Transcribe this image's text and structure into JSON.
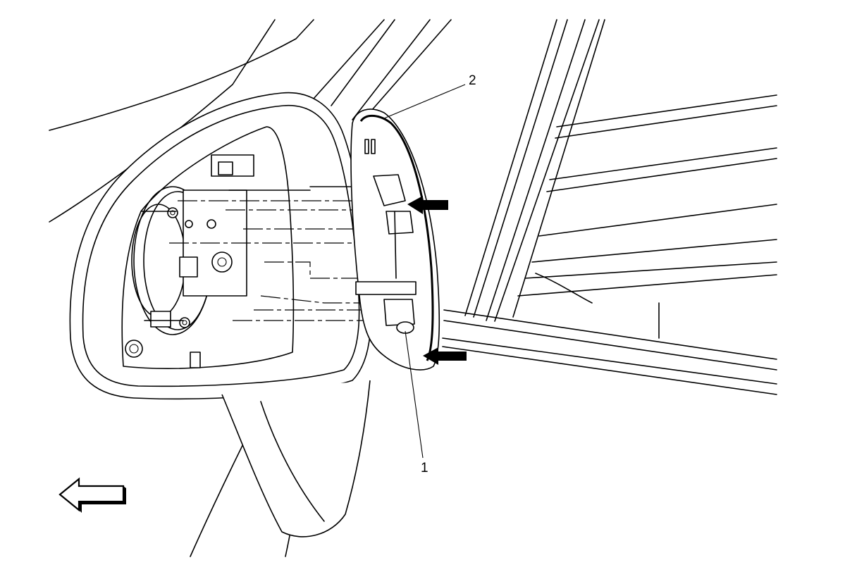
{
  "diagram": {
    "callouts": [
      {
        "id": "1",
        "label": "1"
      },
      {
        "id": "2",
        "label": "2"
      }
    ],
    "icons": [
      "direction-arrow-left-icon",
      "pointer-arrow-icon"
    ]
  }
}
